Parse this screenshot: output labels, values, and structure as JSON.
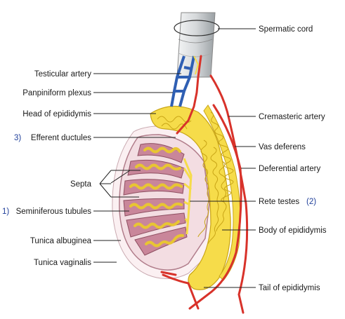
{
  "labels": {
    "spermatic_cord": "Spermatic cord",
    "testicular_artery": "Testicular artery",
    "pampiniform_plexus": "Panpiniform plexus",
    "head_of_epididymis": "Head of epididymis",
    "efferent_ductules": "Efferent ductules",
    "cremasteric_artery": "Cremasteric artery",
    "vas_deferens": "Vas deferens",
    "deferential_artery": "Deferential artery",
    "septa": "Septa",
    "rete_testes": "Rete testes",
    "seminiferous_tubules": "Seminiferous tubules",
    "body_of_epididymis": "Body of epididymis",
    "tunica_albuginea": "Tunica albuginea",
    "tunica_vaginalis": "Tunica vaginalis",
    "tail_of_epididymis": "Tail of epididymis"
  },
  "markers": {
    "efferent": "3)",
    "seminiferous": "1)",
    "rete": "(2)"
  },
  "colors": {
    "tubule_yellow": "#f6dc4a",
    "lobule_purple": "#c9869a",
    "artery_red": "#d8322a",
    "vein_blue": "#2f5fb3",
    "cord_gray": "#d9dcde",
    "tunica_pink": "#f3dde2",
    "marker_blue": "#1f3f9a"
  }
}
